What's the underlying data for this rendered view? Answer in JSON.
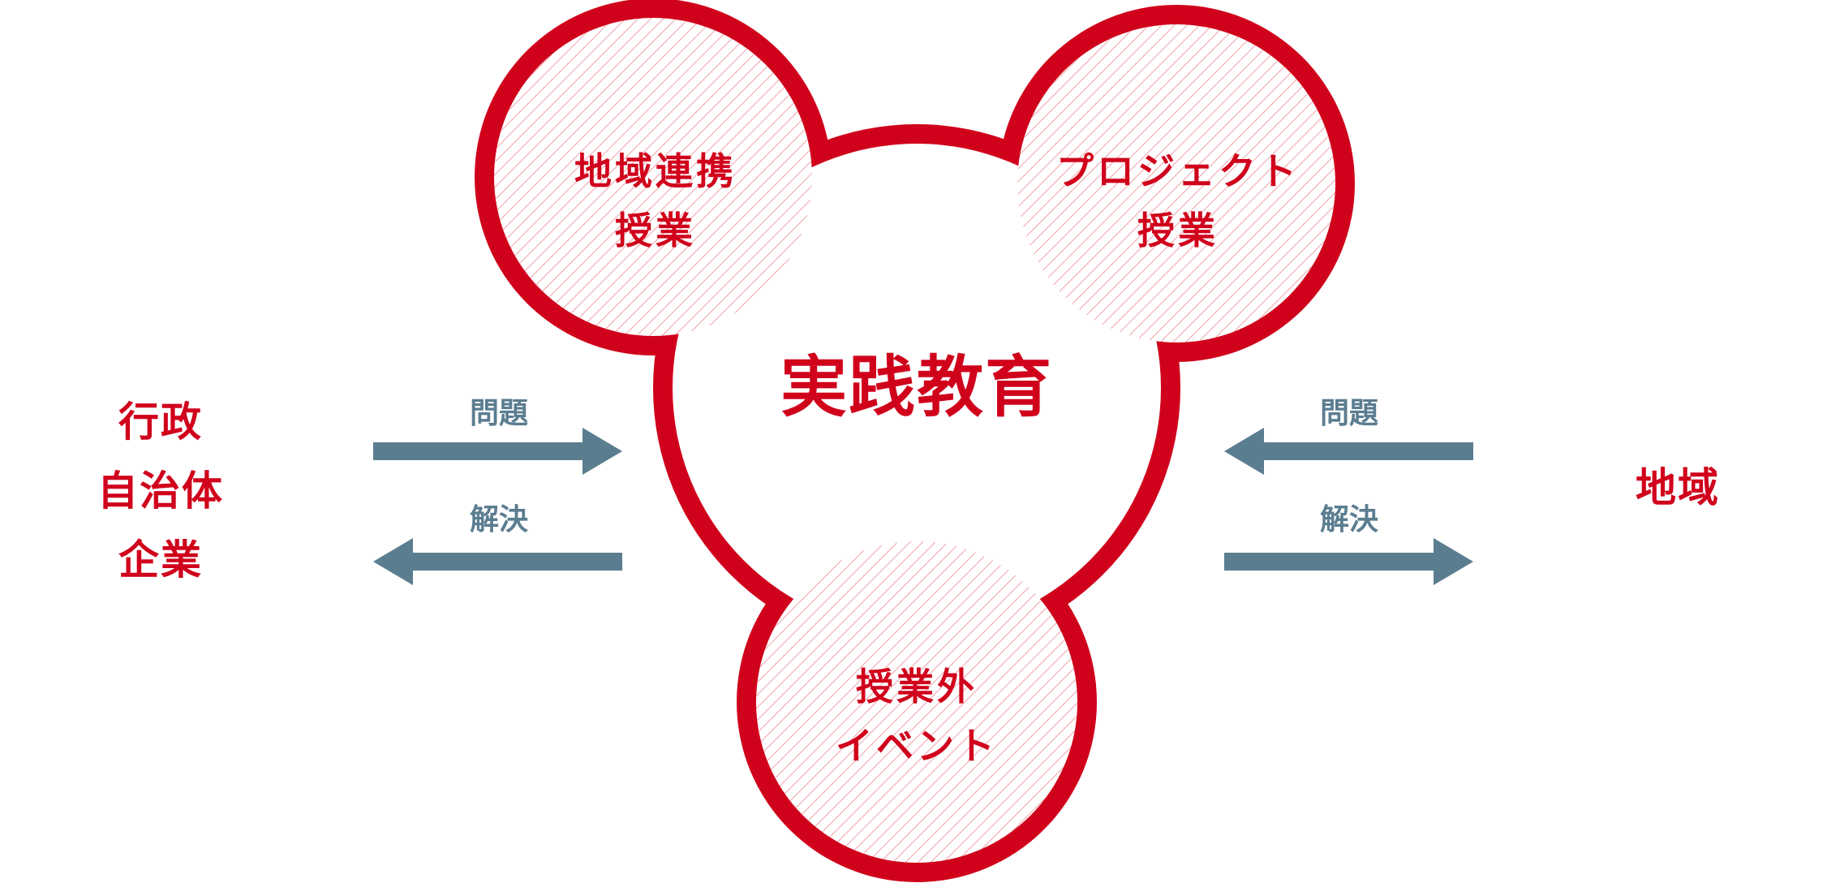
{
  "center": {
    "label": "実践教育"
  },
  "circles": {
    "top_left": {
      "line1": "地域連携",
      "line2": "授業"
    },
    "top_right": {
      "line1": "プロジェクト",
      "line2": "授業"
    },
    "bottom": {
      "line1": "授業外",
      "line2": "イベント"
    }
  },
  "left_party": {
    "line1": "行政",
    "line2": "自治体",
    "line3": "企業"
  },
  "right_party": {
    "label": "地域"
  },
  "arrows": {
    "left_in": "問題",
    "left_out": "解決",
    "right_in": "問題",
    "right_out": "解決"
  },
  "colors": {
    "accent": "#d0021b",
    "arrow": "#5b7d90",
    "hatch": "#f0a0a8"
  }
}
